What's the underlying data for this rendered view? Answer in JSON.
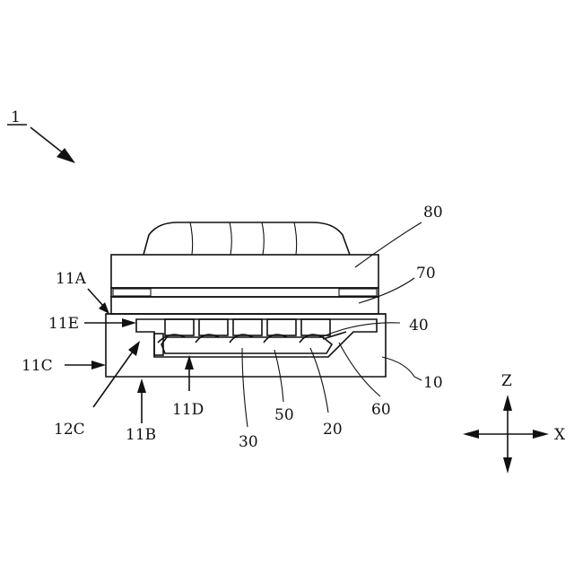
{
  "figure": {
    "device_label": "1",
    "parts": {
      "substrate": "10",
      "chip": "20",
      "wire": "30",
      "cap": "40",
      "solder": "50",
      "fill": "60",
      "spacer": "70",
      "lens": "80"
    },
    "surfaces": {
      "top": "11A",
      "bottom": "11B",
      "side": "11C",
      "cavity_floor": "11D",
      "step": "11E",
      "corner": "12C"
    },
    "axes": {
      "z": "Z",
      "x": "X"
    }
  }
}
